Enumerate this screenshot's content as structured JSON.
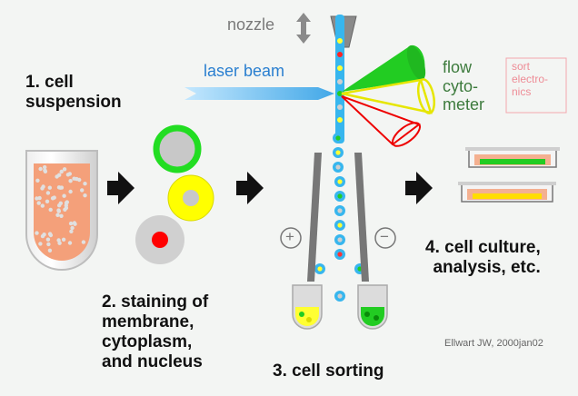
{
  "labels": {
    "nozzle": "nozzle",
    "laser_beam": "laser beam",
    "flow_cytometer": "flow\ncyto-\nmeter",
    "sort_electronics": "sort\nelectro-\nnics",
    "step1": "1. cell\nsuspension",
    "step2": "2. staining of\nmembrane,\ncytoplasm,\nand nucleus",
    "step3": "3. cell sorting",
    "step4": "4. cell culture,\nanalysis, etc.",
    "plus_sign": "+",
    "minus_sign": "−",
    "credit": "Ellwart JW, 2000jan02"
  },
  "colors": {
    "background": "#f3f5f3",
    "membrane_stain": "#22dd22",
    "cytoplasm_stain": "#ffff00",
    "nucleus_stain": "#ff0000",
    "cell_body": "#c8c8c8",
    "laser": "#55bbee",
    "suspension": "#f4a07a"
  }
}
